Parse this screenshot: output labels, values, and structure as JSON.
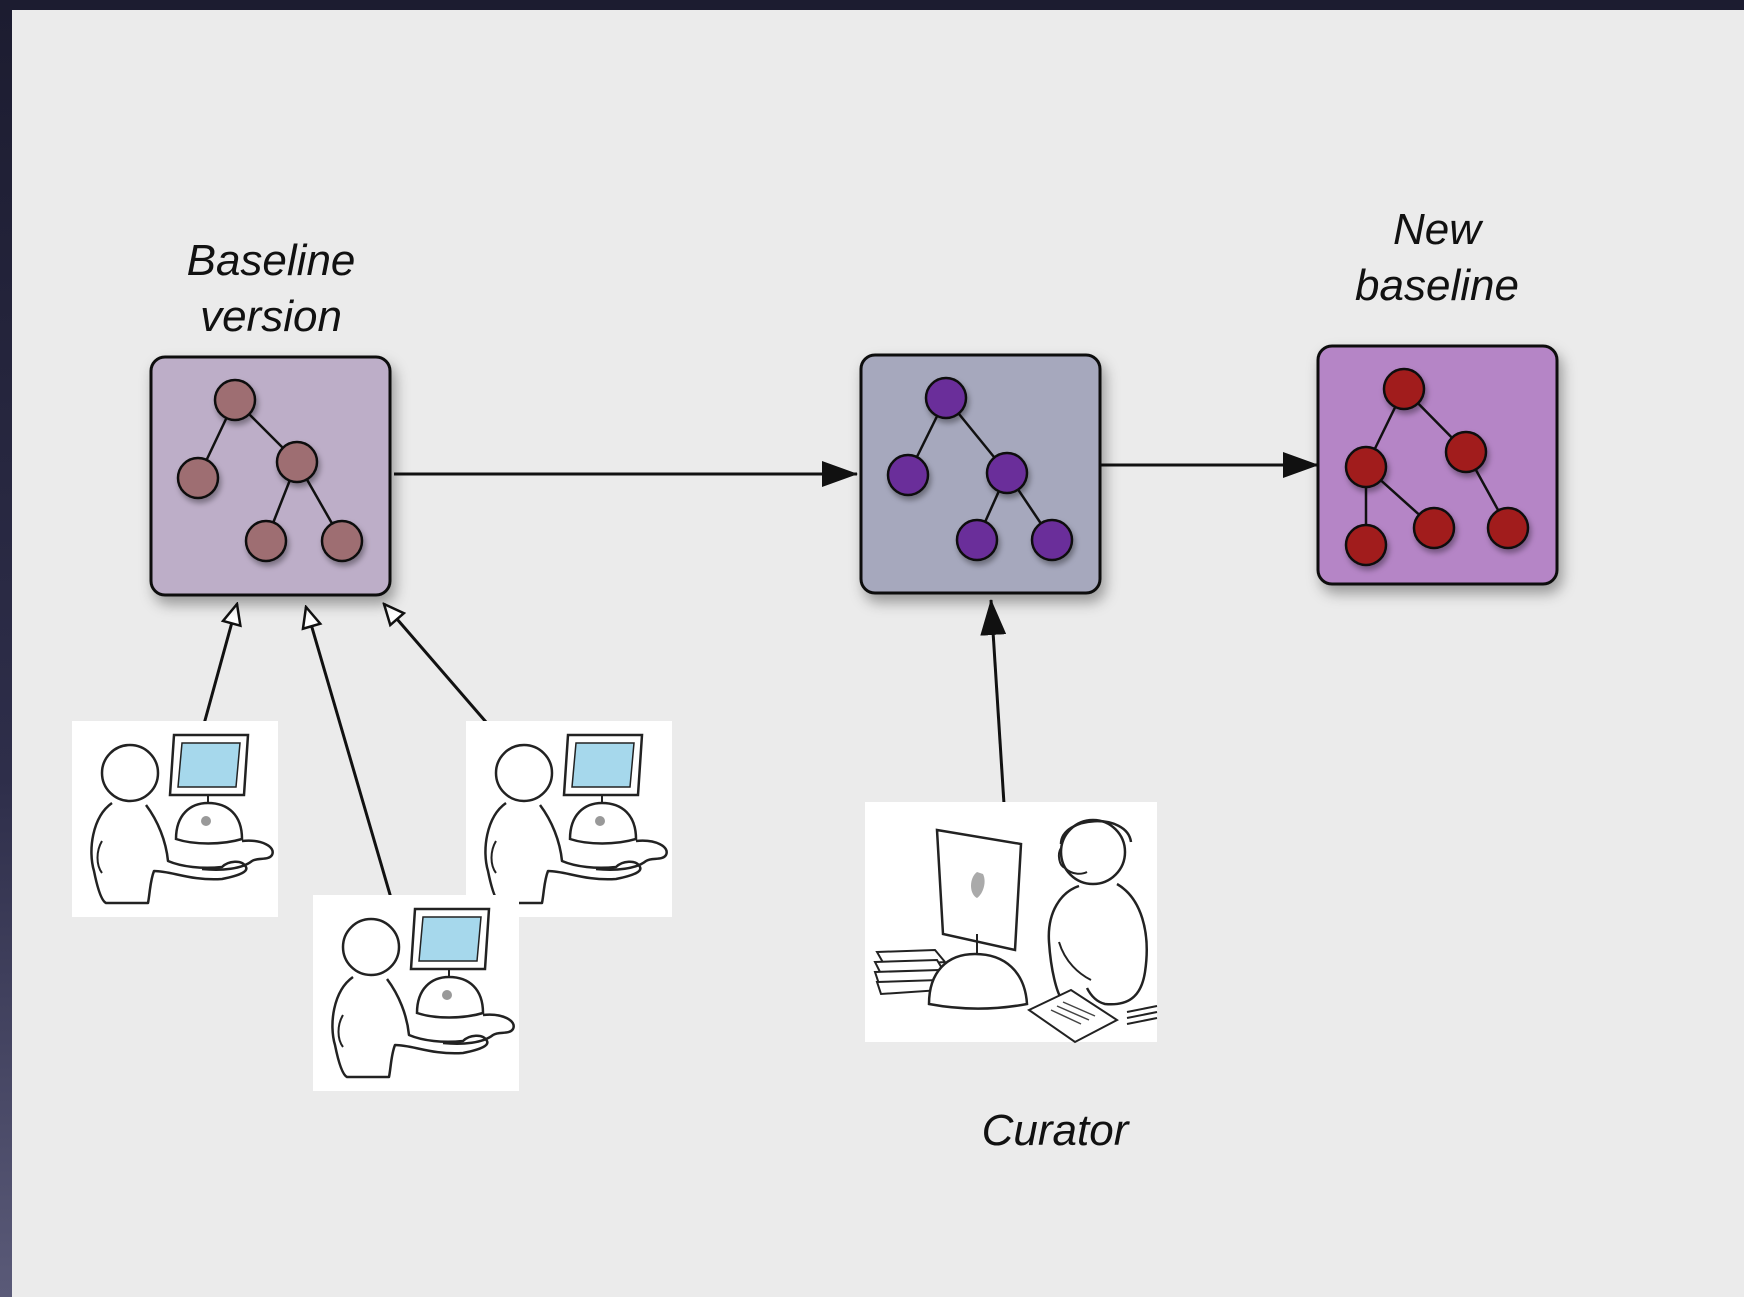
{
  "labels": {
    "baseline_line1": "Baseline",
    "baseline_line2": "version",
    "new_line1": "New",
    "new_line2": "baseline",
    "curator": "Curator"
  },
  "colors": {
    "background": "#ebebeb",
    "frame": "#22223a",
    "box_baseline": "#bdaec8",
    "box_middle": "#a6a8bd",
    "box_new": "#b585c6",
    "node_baseline": "#9e6e72",
    "node_middle": "#6b2f9a",
    "node_new": "#a11c1e",
    "screen": "#a6d8ec"
  },
  "icons": {
    "contributor": "person-at-computer-icon",
    "curator": "curator-with-headset-icon"
  }
}
